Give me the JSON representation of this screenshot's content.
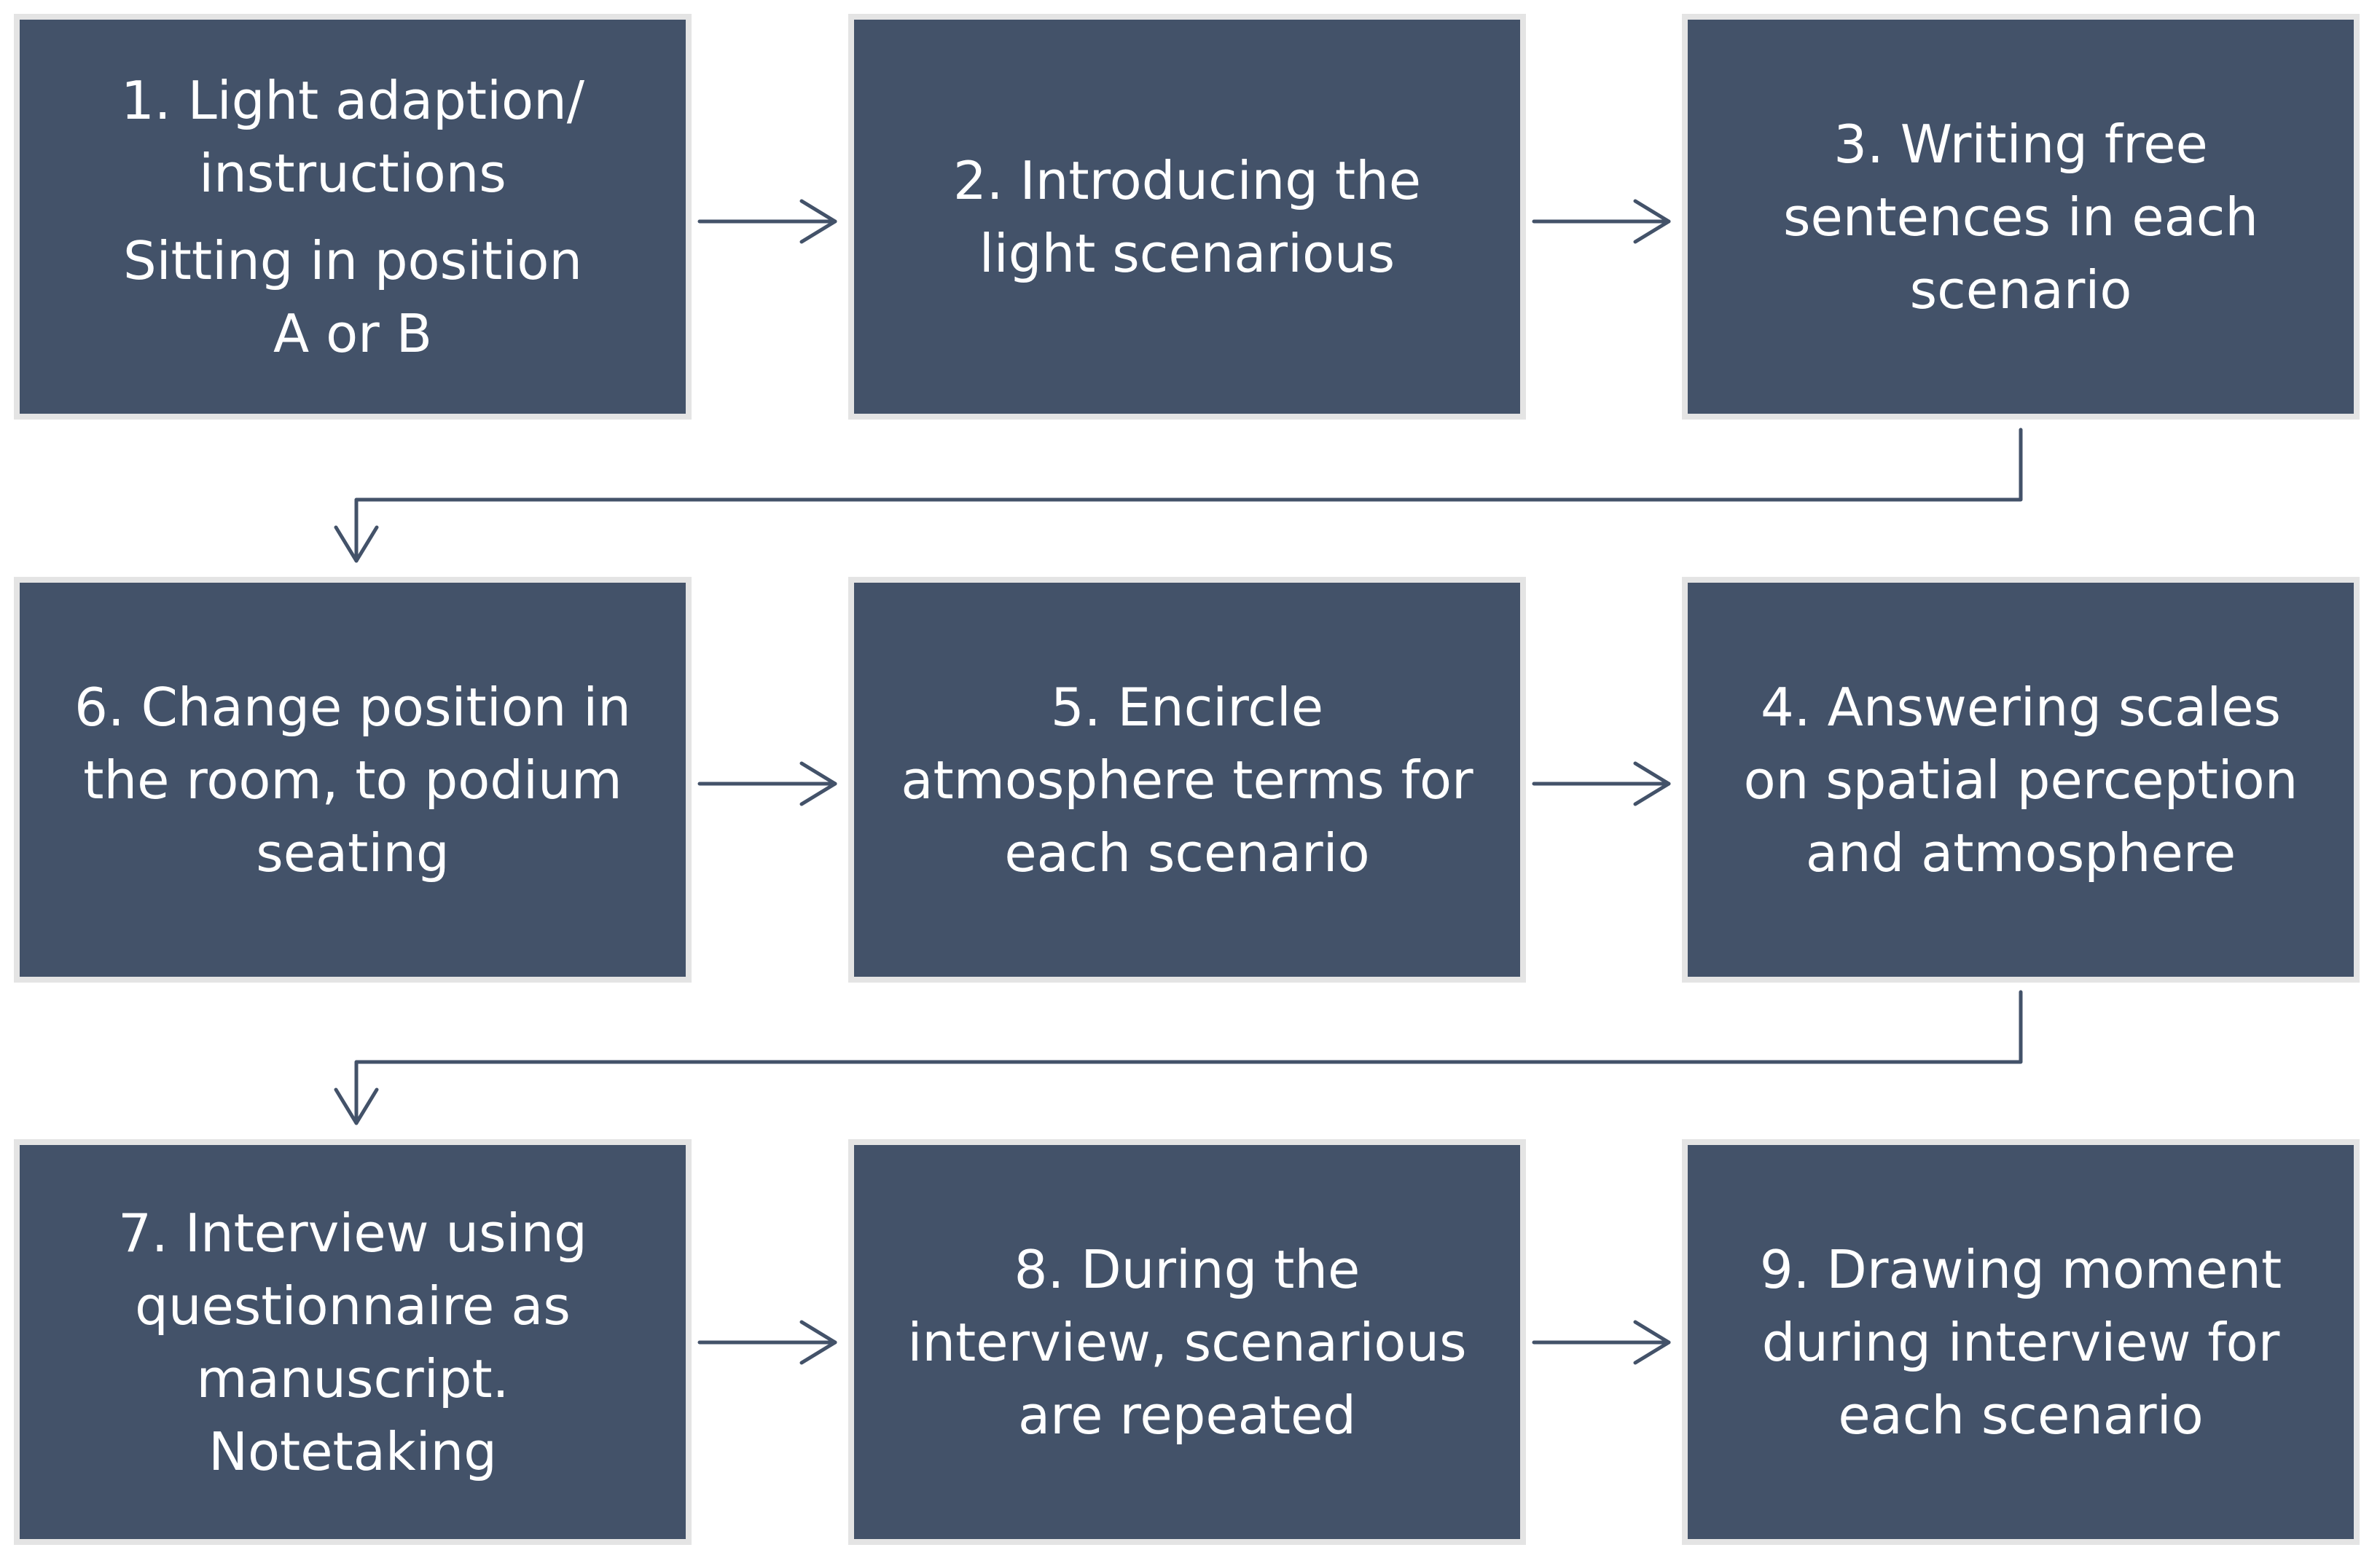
{
  "steps": [
    {
      "id": 1,
      "lines": [
        "1. Light adaption/",
        "instructions"
      ],
      "lines2": [
        "Sitting in position",
        "A or B"
      ]
    },
    {
      "id": 2,
      "lines": [
        "2. Introducing the",
        "light scenarious"
      ]
    },
    {
      "id": 3,
      "lines": [
        "3. Writing free",
        "sentences in each",
        "scenario"
      ]
    },
    {
      "id": 6,
      "lines": [
        "6. Change position in",
        "the room, to podium",
        "seating"
      ]
    },
    {
      "id": 5,
      "lines": [
        "5. Encircle",
        "atmosphere terms for",
        "each scenario"
      ]
    },
    {
      "id": 4,
      "lines": [
        "4. Answering scales",
        "on spatial perception",
        "and atmosphere"
      ]
    },
    {
      "id": 7,
      "lines": [
        "7. Interview using",
        "questionnaire as",
        "manuscript.",
        "Notetaking"
      ]
    },
    {
      "id": 8,
      "lines": [
        "8. During the",
        "interview, scenarious",
        "are repeated"
      ]
    },
    {
      "id": 9,
      "lines": [
        "9. Drawing moment",
        "during interview for",
        "each scenario"
      ]
    }
  ],
  "colors": {
    "box_fill": "#435269",
    "box_border": "#e4e4e4",
    "text": "#ffffff",
    "connector": "#435269"
  }
}
